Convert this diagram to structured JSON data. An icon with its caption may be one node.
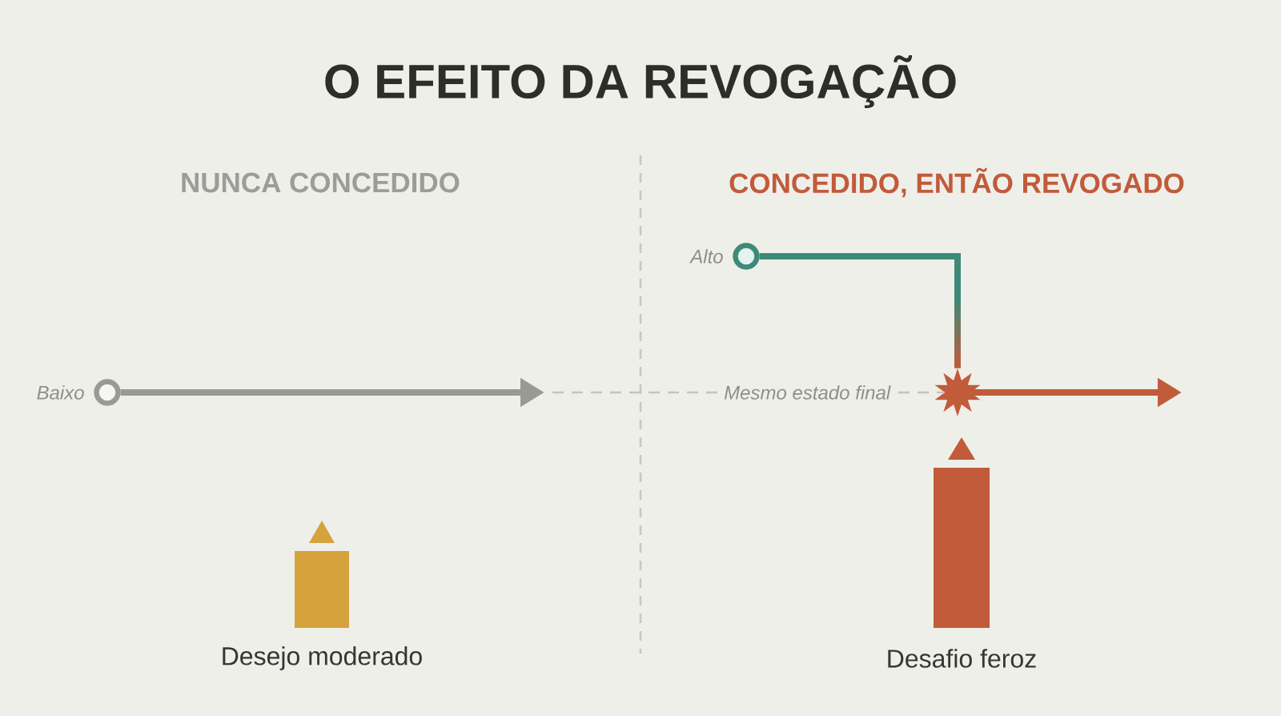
{
  "diagram": {
    "title": "O EFEITO DA REVOGAÇÃO",
    "nodes": [
      {
        "text": [],
        "shape": "circle",
        "beside": [
          "Baixo"
        ]
      },
      {
        "text": [],
        "shape": "circle",
        "beside": [
          "Alto"
        ]
      },
      {
        "text": [],
        "shape": "star"
      },
      {
        "text": [],
        "shape": "bar",
        "beside": [
          "Desejo moderado"
        ]
      },
      {
        "text": [],
        "shape": "bar",
        "beside": [
          "Desafio feroz"
        ]
      }
    ],
    "edges": [
      {
        "from": 0,
        "to": null,
        "arrow": "to",
        "color": "#9a9a95"
      },
      {
        "from": 1,
        "to": 2,
        "arrow": "none",
        "color": "#3d8a78"
      },
      {
        "from": 2,
        "to": null,
        "arrow": "to",
        "color": "#c15b3a"
      },
      {
        "from": null,
        "to": 2,
        "arrow": "none",
        "label": "Mesmo estado final",
        "style": "dashed",
        "color": "#c4c4bf"
      }
    ],
    "labels": [
      "NUNCA CONCEDIDO",
      "CONCEDIDO, ENTÃO REVOGADO"
    ]
  }
}
